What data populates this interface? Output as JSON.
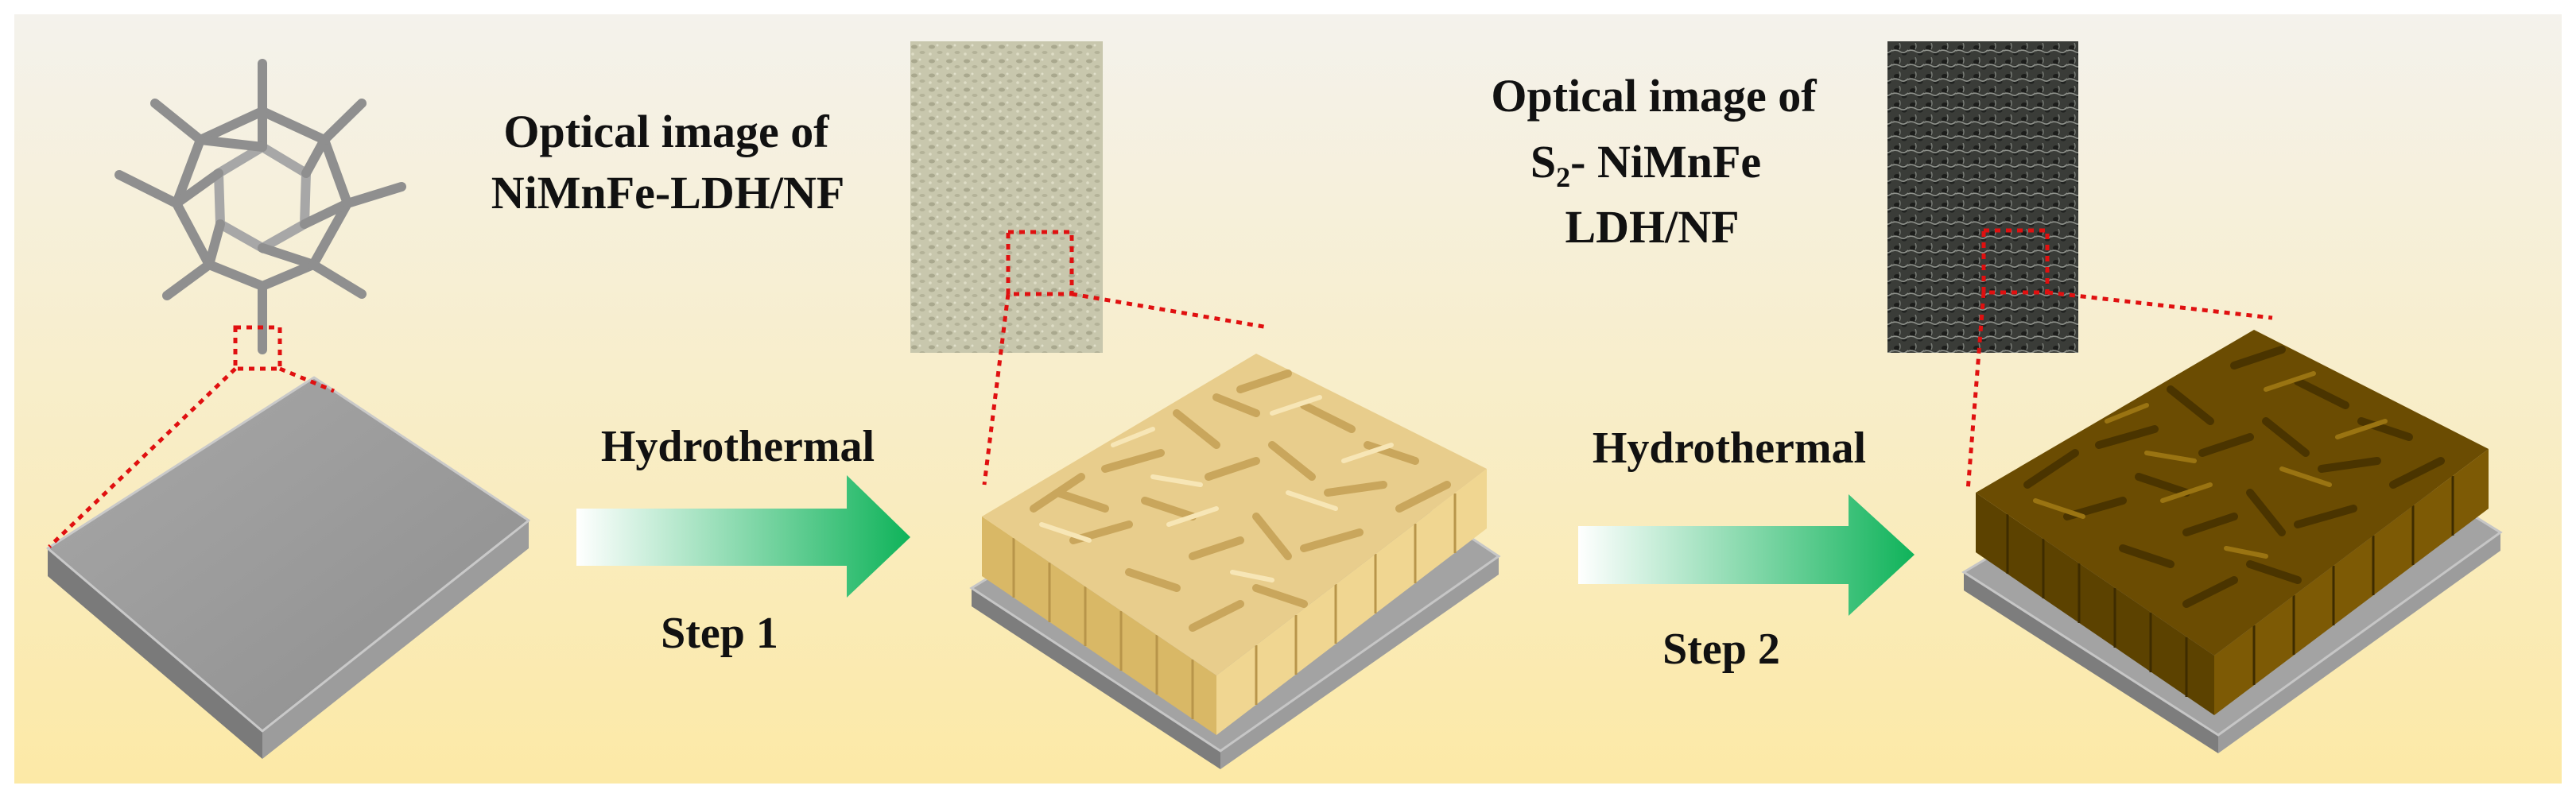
{
  "labels": {
    "optical1_line1": "Optical image of",
    "optical1_line2": "NiMnFe-LDH/NF",
    "optical2_line1": "Optical image of",
    "optical2_s": "S",
    "optical2_sub": "2",
    "optical2_rest": "- NiMnFe",
    "optical2_line3": "LDH/NF",
    "arrow1_top": "Hydrothermal",
    "arrow1_bottom": "Step 1",
    "arrow2_top": "Hydrothermal",
    "arrow2_bottom": "Step 2"
  },
  "colors": {
    "bg_top": "#f4f2ec",
    "bg_bottom": "#fce9a6",
    "arrow_start": "#ffffff",
    "arrow_end": "#0fb35a",
    "nf_top": "#9a9a9a",
    "nf_side": "#7d7d7d",
    "ldh": "#e7cc8c",
    "s_ldh": "#6e5000",
    "zoom_line": "#e01010",
    "optical1": "#c8c7ad",
    "optical2": "#3a3c38"
  }
}
